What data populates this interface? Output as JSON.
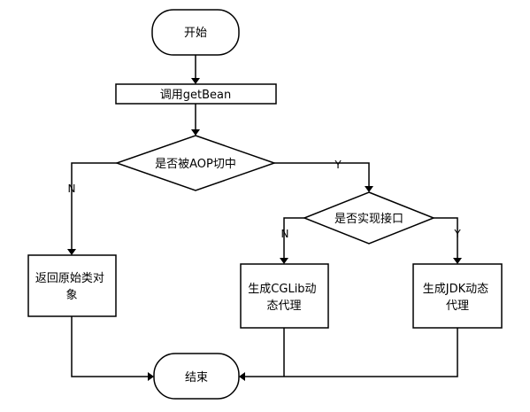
{
  "flowchart": {
    "nodes": {
      "start": {
        "label": "开始"
      },
      "getbean": {
        "label": "调用getBean"
      },
      "aop": {
        "label": "是否被AOP切中"
      },
      "iface": {
        "label": "是否实现接口"
      },
      "original": {
        "label_lines": [
          "返回原始类对",
          "象"
        ]
      },
      "cglib": {
        "label_lines": [
          "生成CGLib动",
          "态代理"
        ]
      },
      "jdk": {
        "label_lines": [
          "生成JDK动态",
          "代理"
        ]
      },
      "end": {
        "label": "结束"
      }
    },
    "edges": {
      "aop_no": {
        "label": "N"
      },
      "aop_yes": {
        "label": "Y"
      },
      "iface_no": {
        "label": "N"
      },
      "iface_yes": {
        "label": "Y"
      }
    }
  }
}
